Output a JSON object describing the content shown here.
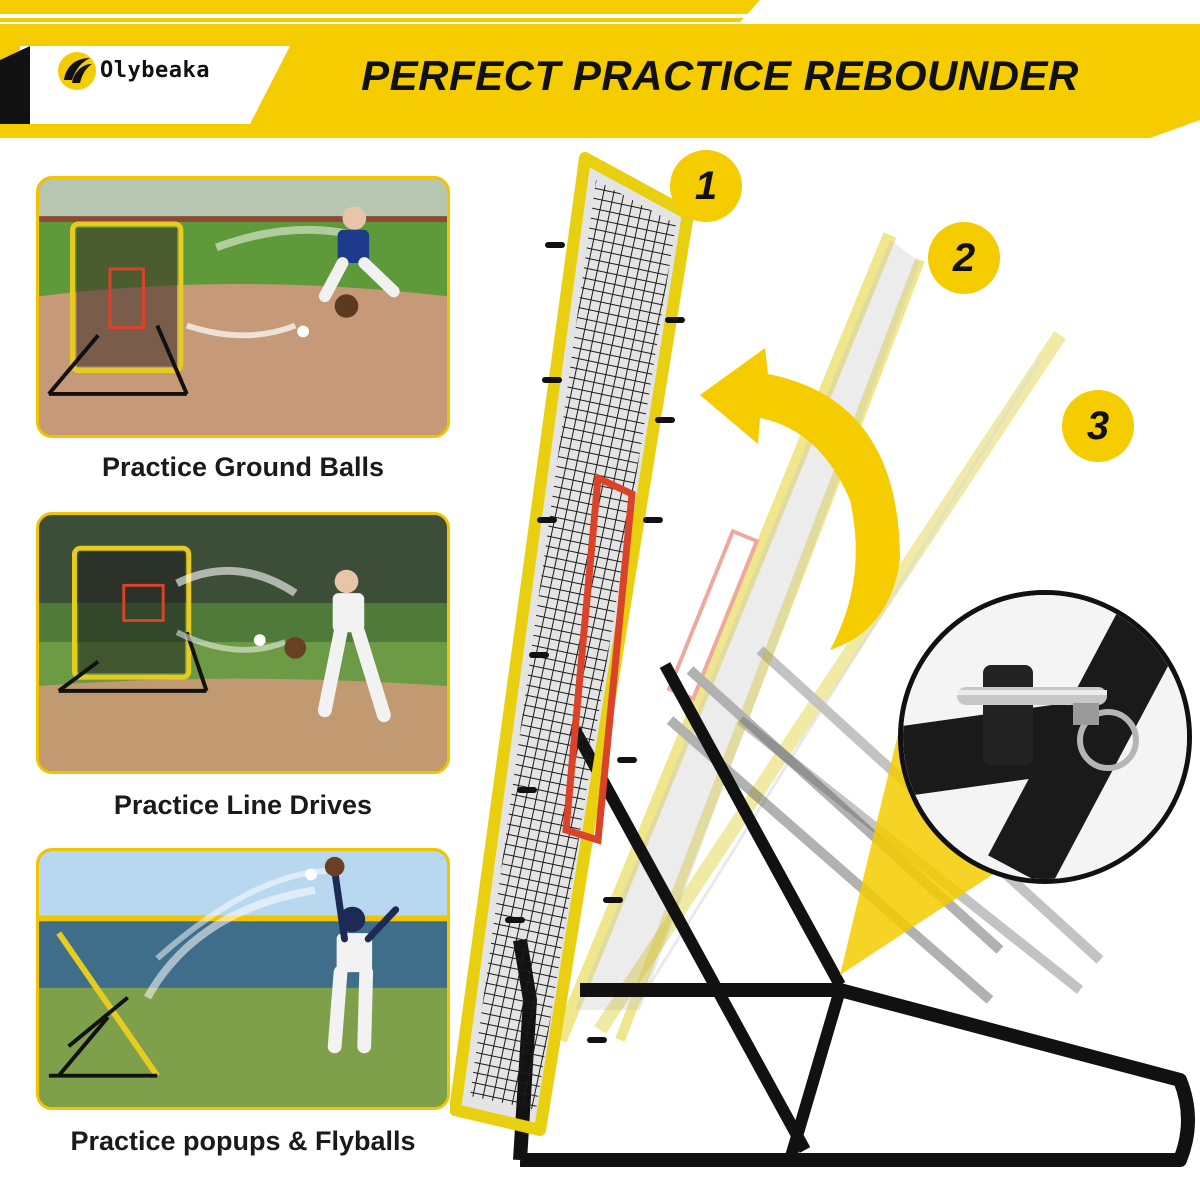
{
  "brand": {
    "name": "Olybeaka"
  },
  "header": {
    "title": "PERFECT PRACTICE REBOUNDER"
  },
  "panels": [
    {
      "caption": "Practice Ground Balls"
    },
    {
      "caption": "Practice Line Drives"
    },
    {
      "caption": "Practice popups & Flyballs"
    }
  ],
  "positions": [
    "1",
    "2",
    "3"
  ],
  "colors": {
    "accent": "#f5cc00",
    "frame": "#111111",
    "target": "#d9432a"
  },
  "icons": [
    "olybeaka-logo-icon",
    "curved-arrow-icon",
    "hinge-pin-detail"
  ]
}
